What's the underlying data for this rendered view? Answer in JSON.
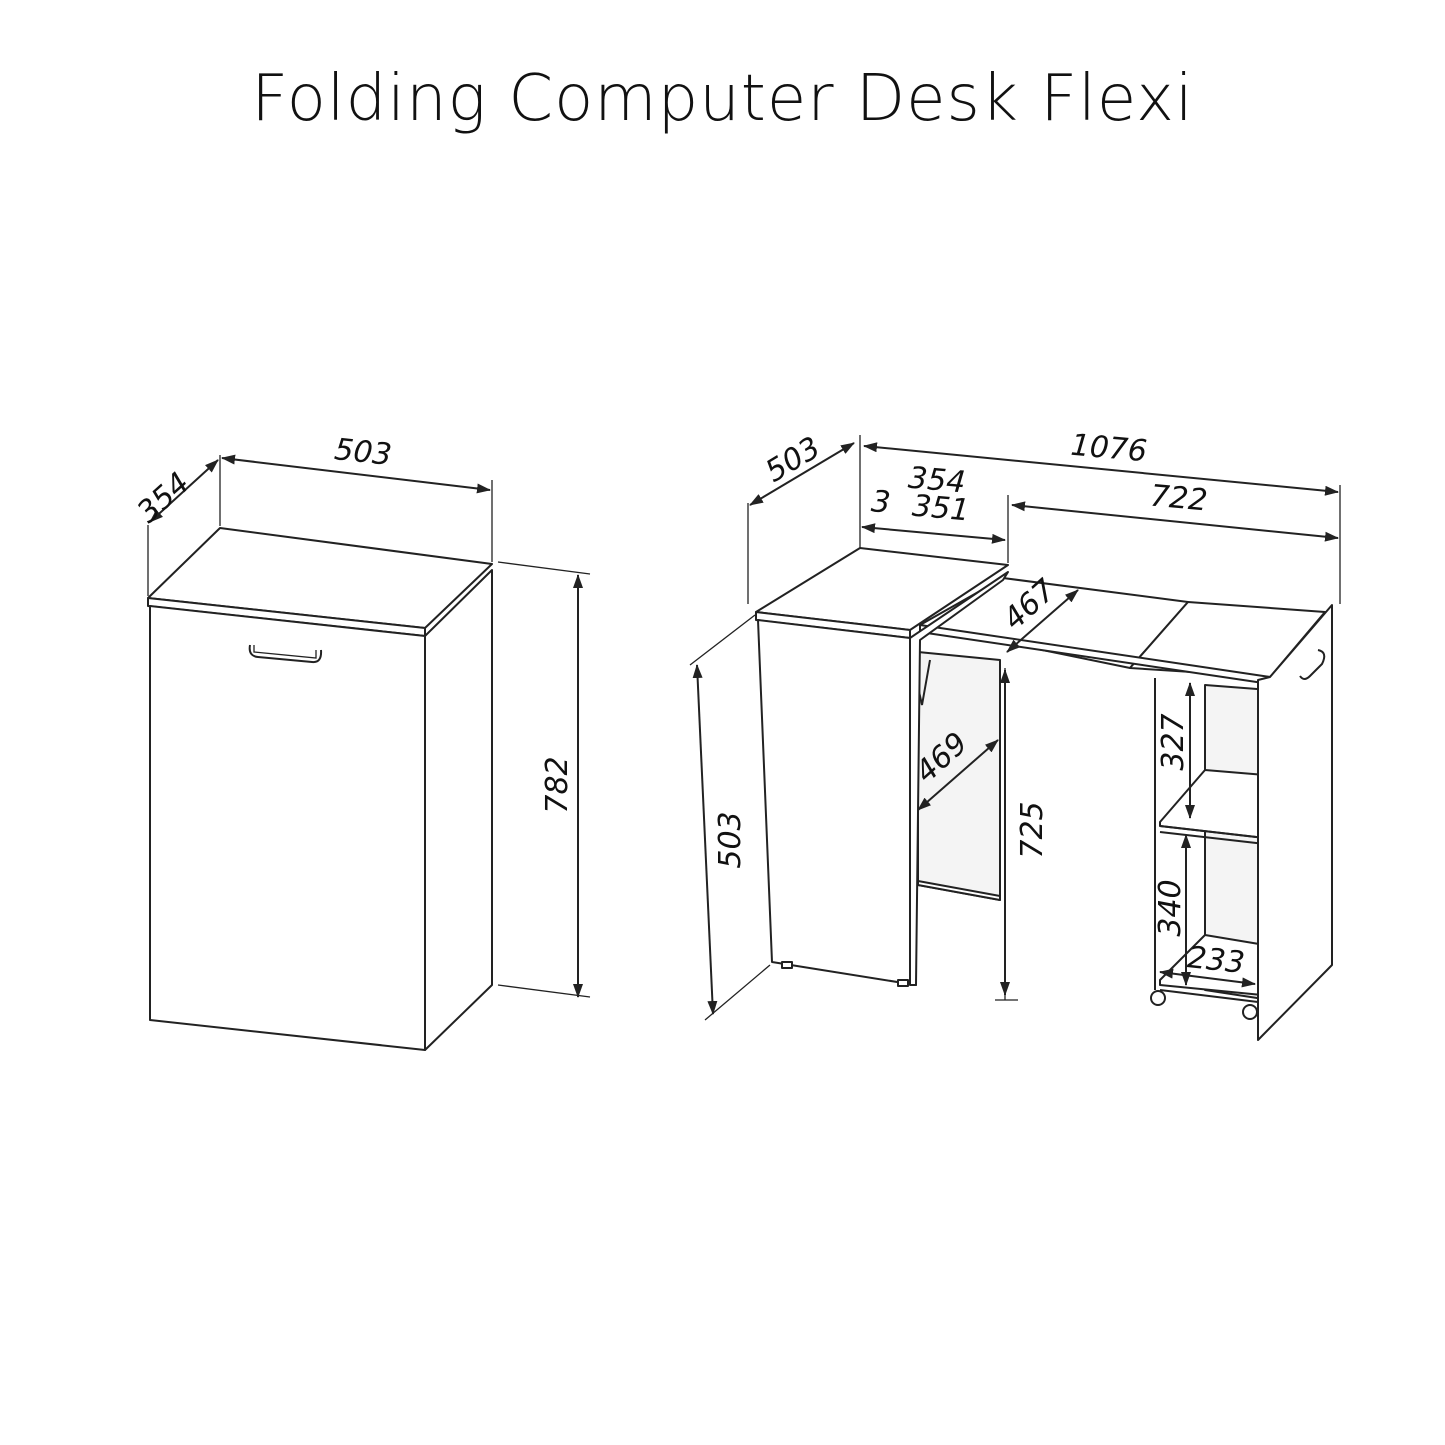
{
  "title": "Folding Computer Desk Flexi",
  "colors": {
    "line": "#222222",
    "background": "#ffffff"
  },
  "closed_view": {
    "depth": "354",
    "width": "503",
    "height": "782"
  },
  "open_view": {
    "depth": "503",
    "total_width": "1076",
    "top_width": "354",
    "gap": "3",
    "inner_width": "351",
    "extension_width": "722",
    "panel_depth": "467",
    "leg_depth": "469",
    "height": "503",
    "desk_height": "725",
    "upper_shelf_height": "327",
    "lower_shelf_height": "340",
    "shelf_width": "233"
  }
}
